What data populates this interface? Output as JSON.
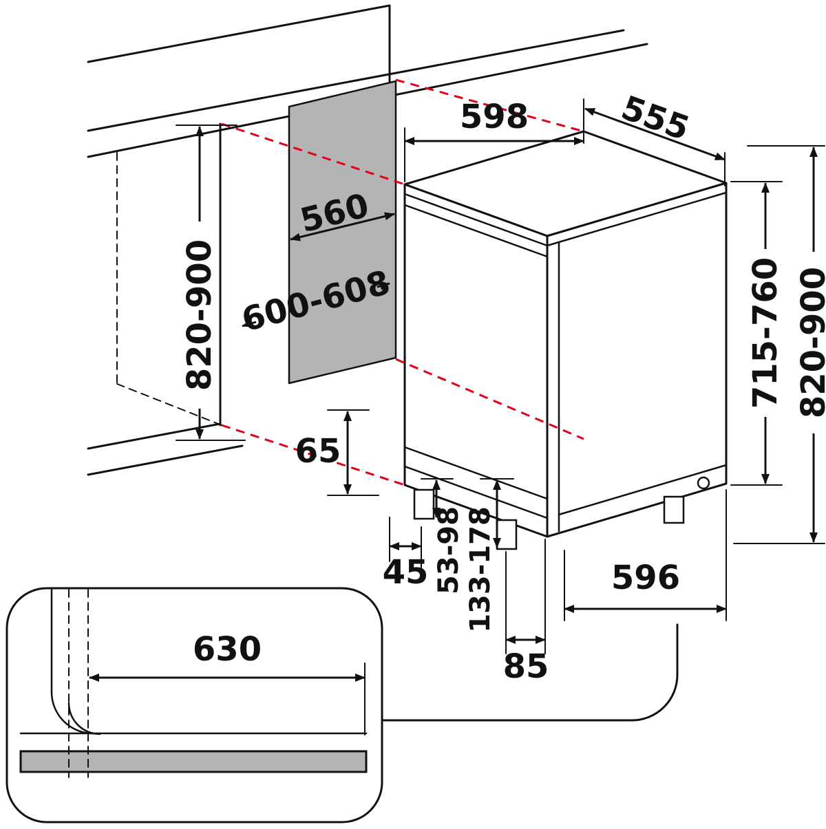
{
  "colors": {
    "line_black": "#111111",
    "projection_red": "#e2001a",
    "panel_gray": "#b4b4b4",
    "background": "#ffffff"
  },
  "diagram": {
    "type": "built-in appliance installation dimension drawing",
    "labels": {
      "top_width": "598",
      "top_depth": "555",
      "panel_depth": "560",
      "niche_width": "600-608",
      "niche_height": "820-900",
      "appliance_height": "715-760",
      "overall_height": "820-900",
      "adjust_range": "65",
      "gap_front": "45",
      "range_small": "53-98",
      "range_large": "133-178",
      "base_depth": "596",
      "plinth_setback": "85",
      "detail_width": "630"
    }
  }
}
